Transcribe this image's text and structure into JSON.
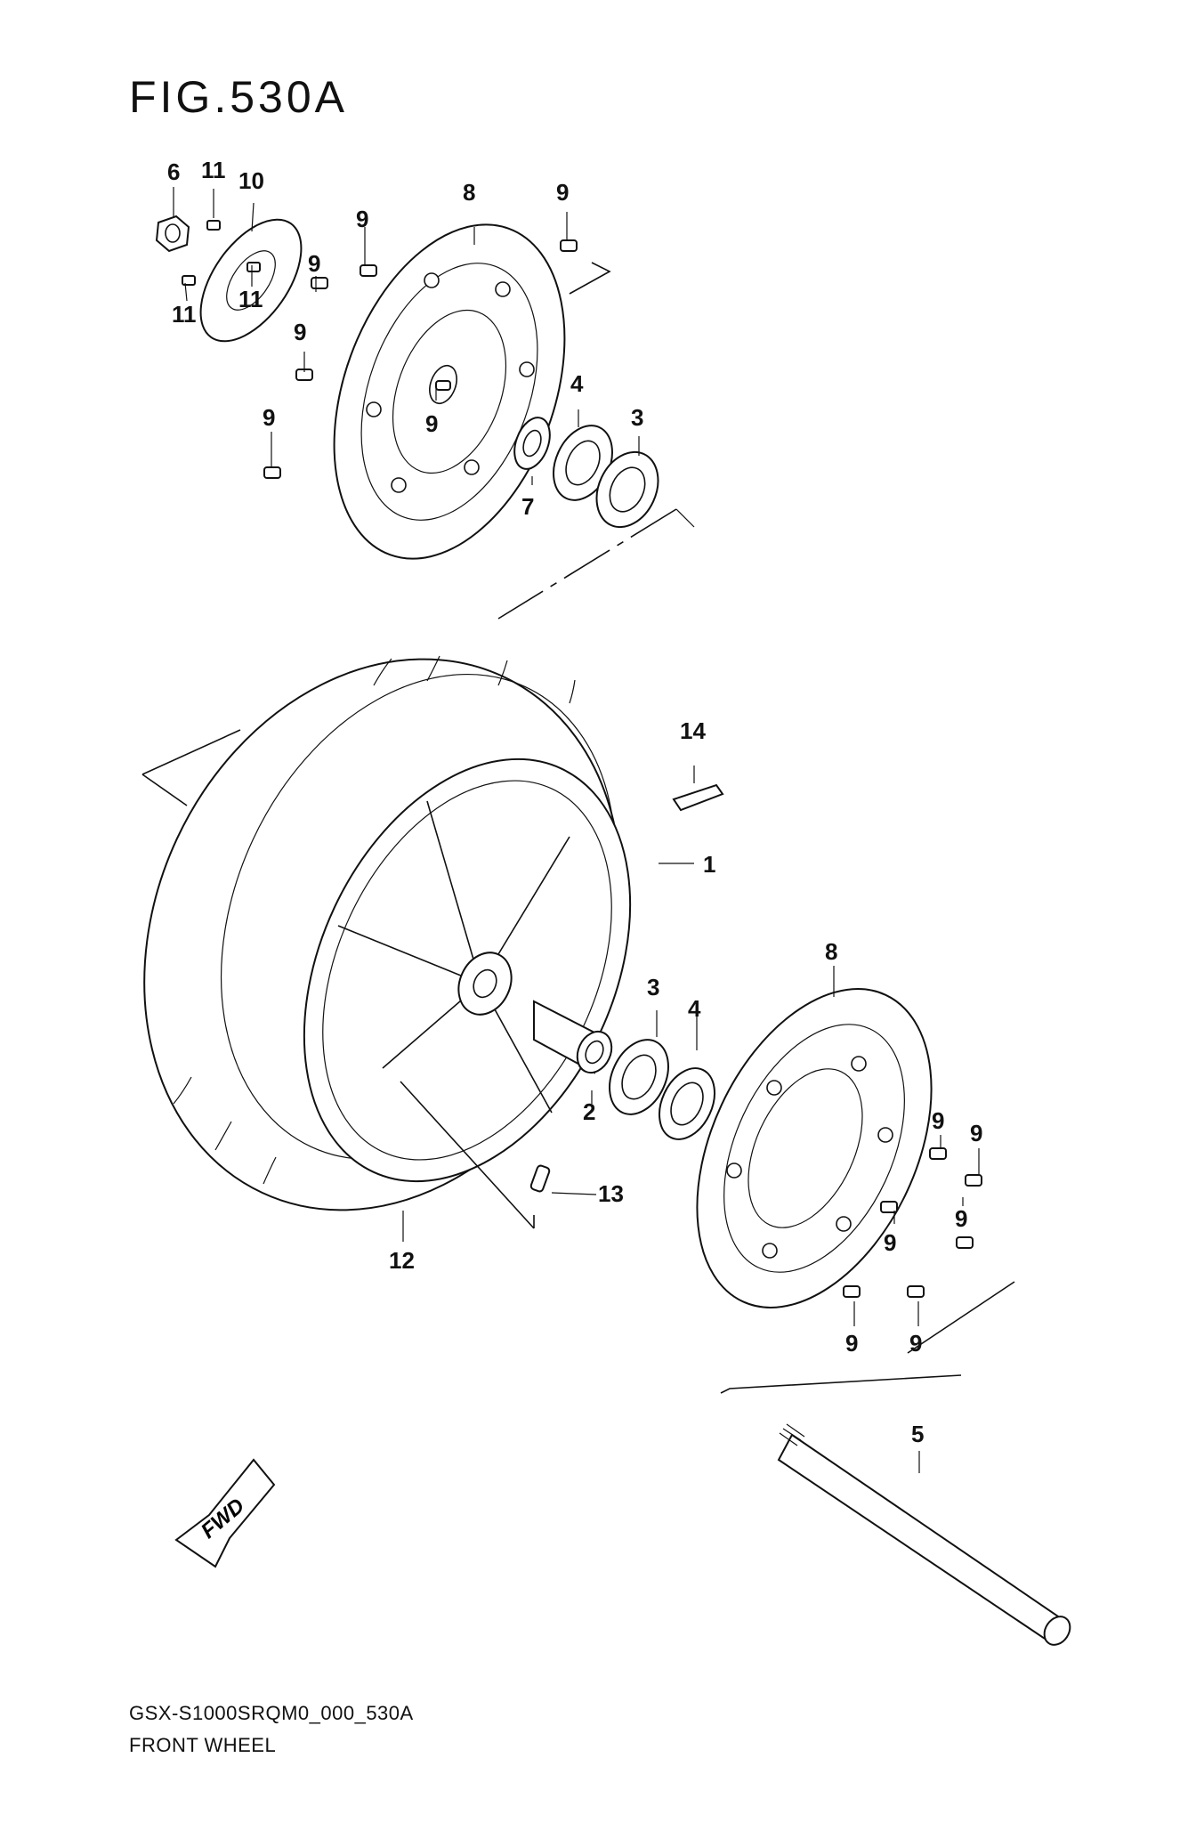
{
  "figure": {
    "title": "FIG.530A",
    "code": "GSX-S1000SRQM0_000_530A",
    "name": "FRONT WHEEL"
  },
  "fwd_label": "FWD",
  "callouts": {
    "c6": "6",
    "c11a": "11",
    "c10": "10",
    "c11b": "11",
    "c11c": "11",
    "c9a": "9",
    "c8a": "8",
    "c9b": "9",
    "c9c": "9",
    "c9d": "9",
    "c9e": "9",
    "c9f": "9",
    "c4a": "4",
    "c3a": "3",
    "c7": "7",
    "c14": "14",
    "c1": "1",
    "c8b": "8",
    "c3b": "3",
    "c4b": "4",
    "c2": "2",
    "c9g": "9",
    "c9h": "9",
    "c9i": "9",
    "c9j": "9",
    "c9k": "9",
    "c9l": "9",
    "c13": "13",
    "c12": "12",
    "c5": "5"
  }
}
